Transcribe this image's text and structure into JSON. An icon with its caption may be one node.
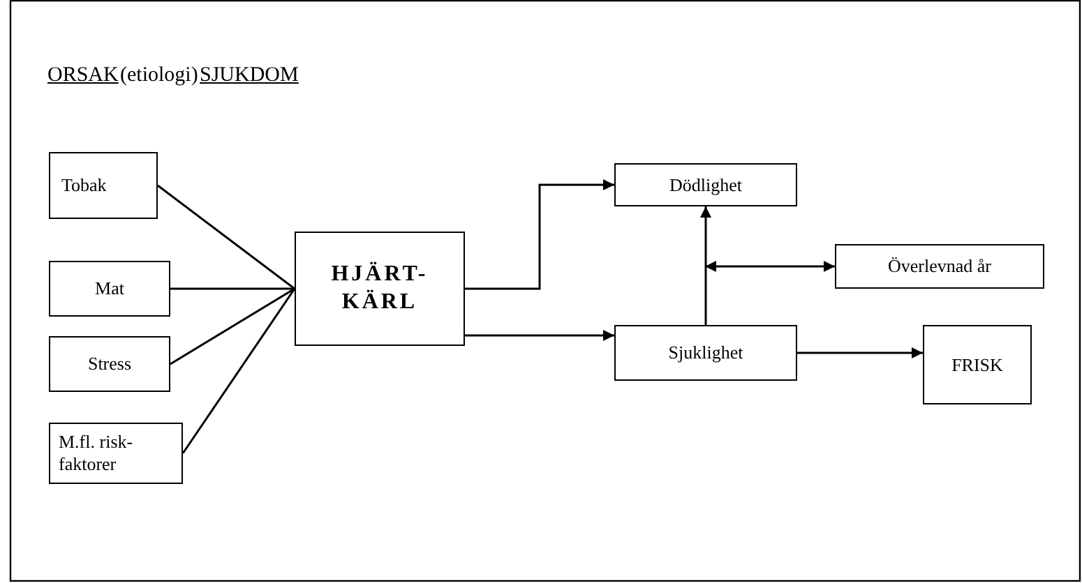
{
  "diagram": {
    "nodes": [
      {
        "text": [
          "Tobak"
        ]
      },
      {
        "text": [
          "Mat"
        ]
      },
      {
        "text": [
          "Stress"
        ]
      },
      {
        "text": [
          "M.fl. risk- faktorer"
        ]
      },
      {
        "text": [
          "HJÄRT- KÄRL"
        ]
      },
      {
        "text": [
          "Dödlighet"
        ]
      },
      {
        "text": [
          "Överlevnad år"
        ]
      },
      {
        "text": [
          "Sjuklighet"
        ]
      },
      {
        "text": [
          "FRISK"
        ]
      }
    ],
    "edges": [
      {
        "from": 0,
        "to": 4,
        "arrow": "none"
      },
      {
        "from": 1,
        "to": 4,
        "arrow": "none"
      },
      {
        "from": 2,
        "to": 4,
        "arrow": "none"
      },
      {
        "from": 3,
        "to": 4,
        "arrow": "none"
      },
      {
        "from": 4,
        "to": 5,
        "arrow": "to"
      },
      {
        "from": 4,
        "to": 7,
        "arrow": "to"
      },
      {
        "from": 7,
        "to": 5,
        "arrow": "to"
      },
      {
        "from": null,
        "to": 6,
        "arrow": "both"
      },
      {
        "from": 7,
        "to": 8,
        "arrow": "to"
      }
    ],
    "labels": [
      "ORSAK",
      "(etiologi)",
      "SJUKDOM"
    ]
  }
}
